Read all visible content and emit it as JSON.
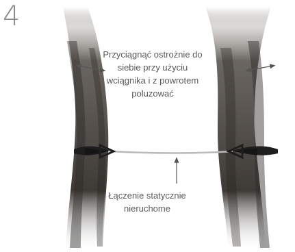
{
  "step": {
    "number": "4"
  },
  "captions": {
    "adjust": "Przyciągnąć ostrożnie do siebie przy użyciu wciągnika i z powrotem poluzować",
    "connection": "Łączenie statycznie nieruchome"
  },
  "colors": {
    "trunk_dark": "#3e3a36",
    "trunk_light": "#8b8680",
    "strap": "#1e1e1e",
    "rope": "#b9b9b9",
    "arrow": "#555555",
    "text": "#5a5a5a",
    "step_number": "#8a8a8a"
  },
  "icons": {
    "adjust_arrow": "double-headed-arrow-icon",
    "pointer_arrow": "up-arrow-icon"
  }
}
